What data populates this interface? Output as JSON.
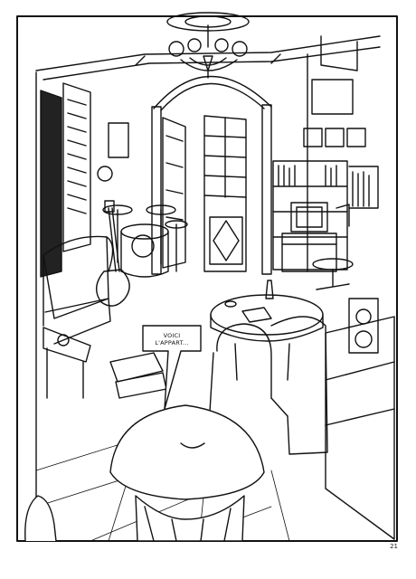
{
  "speech_bubble": {
    "line1": "VOICI",
    "line2": "L'APPART..."
  },
  "page_number": "21"
}
